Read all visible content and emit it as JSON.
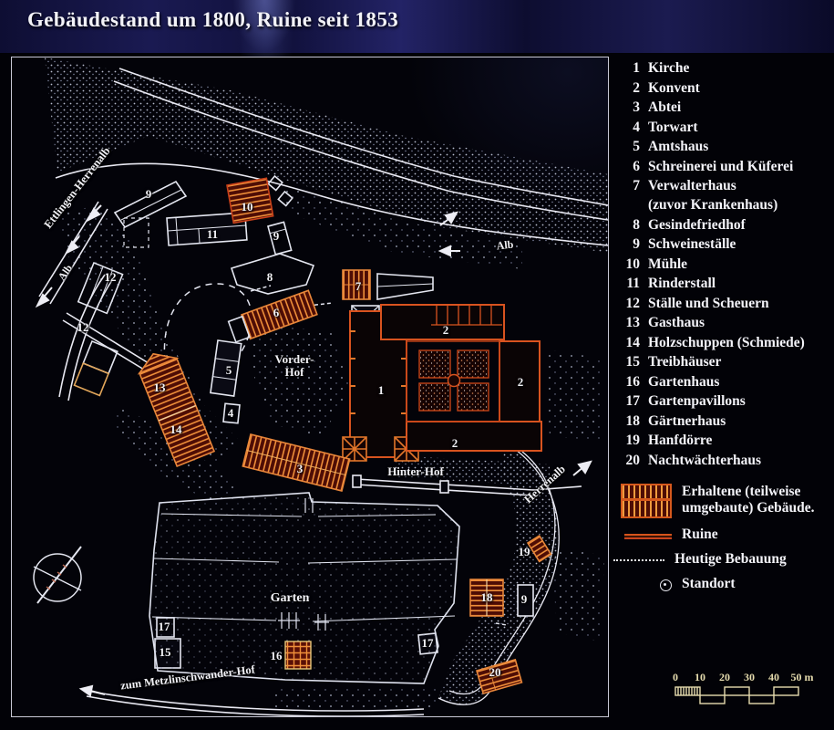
{
  "title": "Gebäudestand um 1800, Ruine seit 1853",
  "legend": {
    "items": [
      {
        "num": "1",
        "label": "Kirche"
      },
      {
        "num": "2",
        "label": "Konvent"
      },
      {
        "num": "3",
        "label": "Abtei"
      },
      {
        "num": "4",
        "label": "Torwart"
      },
      {
        "num": "5",
        "label": "Amtshaus"
      },
      {
        "num": "6",
        "label": "Schreinerei und Küferei"
      },
      {
        "num": "7",
        "label": "Verwalterhaus",
        "label2": "(zuvor Krankenhaus)"
      },
      {
        "num": "8",
        "label": "Gesindefriedhof"
      },
      {
        "num": "9",
        "label": "Schweineställe"
      },
      {
        "num": "10",
        "label": "Mühle"
      },
      {
        "num": "11",
        "label": "Rinderstall"
      },
      {
        "num": "12",
        "label": "Ställe und Scheuern"
      },
      {
        "num": "13",
        "label": "Gasthaus"
      },
      {
        "num": "14",
        "label": "Holzschuppen (Schmiede)"
      },
      {
        "num": "15",
        "label": "Treibhäuser"
      },
      {
        "num": "16",
        "label": "Gartenhaus"
      },
      {
        "num": "17",
        "label": "Gartenpavillons"
      },
      {
        "num": "18",
        "label": "Gärtnerhaus"
      },
      {
        "num": "19",
        "label": "Hanfdörre"
      },
      {
        "num": "20",
        "label": "Nachtwächterhaus"
      }
    ],
    "symbols": [
      {
        "label": "Erhaltene (teilweise",
        "label2": "umgebaute) Gebäude."
      },
      {
        "label": "Ruine"
      },
      {
        "label": "Heutige Bebauung"
      },
      {
        "label": "Standort"
      }
    ]
  },
  "scalebar": {
    "t0": "0",
    "t1": "10",
    "t2": "20",
    "t3": "30",
    "t4": "40",
    "unit": "50 m"
  },
  "map": {
    "labels": {
      "ettlingen": "Ettlingen-Herrenalb",
      "alb_left": "Alb",
      "alb_right": "Alb",
      "vorder1": "Vorder-",
      "vorder2": "Hof",
      "hinter": "Hinter-Hof",
      "garten": "Garten",
      "herrenalb": "Herrenalb",
      "metzlin": "zum Metzlinschwander-Hof"
    },
    "markers": [
      "1",
      "2",
      "2",
      "2",
      "3",
      "4",
      "5",
      "6",
      "7",
      "8",
      "9",
      "9",
      "9",
      "10",
      "11",
      "12",
      "12",
      "13",
      "14",
      "15",
      "16",
      "17",
      "17",
      "18",
      "19",
      "20"
    ],
    "colors": {
      "preserved_hatch": "#ef9b3d",
      "preserved_fill": "#4e0d05",
      "ruin_line": "#d4541c",
      "outline_white": "#e4e6f0",
      "scale_cream": "#e6dcae"
    }
  }
}
